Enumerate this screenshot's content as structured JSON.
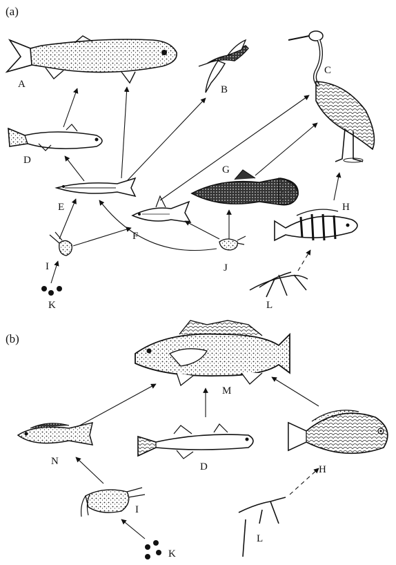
{
  "panels": {
    "a": {
      "label": "(a)"
    },
    "b": {
      "label": "(b)"
    }
  },
  "organisms_a": {
    "A": "A",
    "B": "B",
    "C": "C",
    "D": "D",
    "E": "E",
    "F": "F",
    "G": "G",
    "H": "H",
    "I": "I",
    "J": "J",
    "K": "K",
    "L": "L"
  },
  "organisms_b": {
    "M": "M",
    "N": "N",
    "D": "D",
    "H": "H",
    "I": "I",
    "K": "K",
    "L": "L"
  },
  "colors": {
    "ink": "#111111",
    "background": "#ffffff"
  }
}
